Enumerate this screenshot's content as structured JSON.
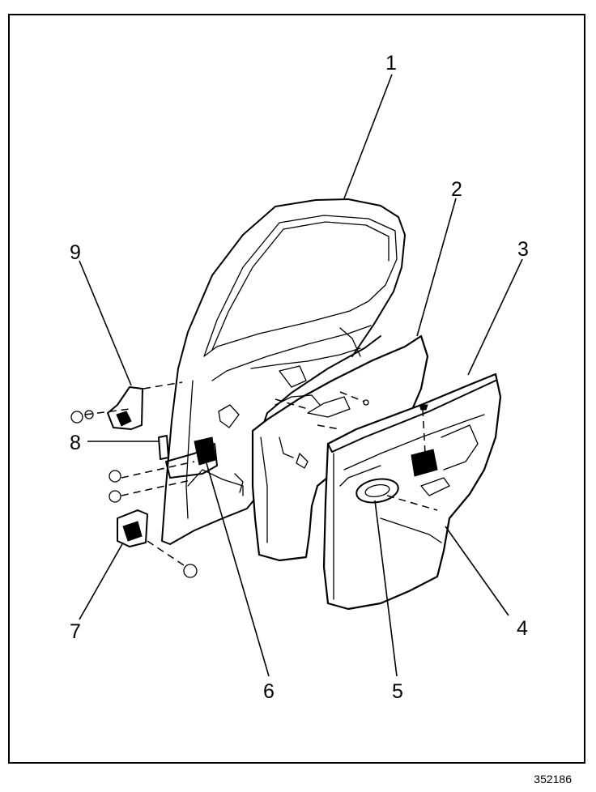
{
  "callouts": {
    "c1": "1",
    "c2": "2",
    "c3": "3",
    "c4": "4",
    "c5": "5",
    "c6": "6",
    "c7": "7",
    "c8": "8",
    "c9": "9"
  },
  "figure_id": "352186"
}
